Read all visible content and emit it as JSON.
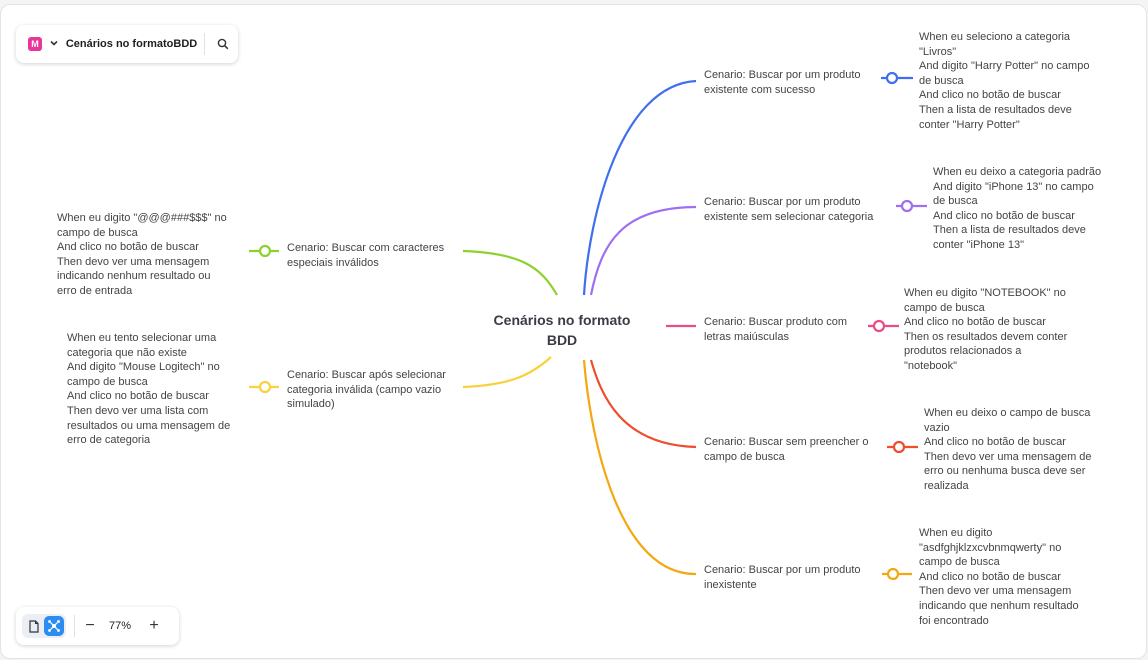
{
  "toolbar": {
    "logo_letter": "M",
    "title": "Cenários no formatoBDD",
    "menu_icon": "chevron-down-icon",
    "search_icon": "search-icon"
  },
  "zoom": {
    "level": "77%",
    "document_icon": "document-icon",
    "mindmap_icon": "mindmap-icon",
    "minus": "−",
    "plus": "+"
  },
  "mindmap": {
    "root": "Cenários no formato\nBDD",
    "branches": [
      {
        "label": "Cenario: Buscar por um produto\nexistente com sucesso",
        "color": "#3e6ff0",
        "detail": "When eu seleciono a categoria\n\"Livros\"\nAnd digito \"Harry Potter\" no campo\nde busca\nAnd clico no botão de buscar\nThen a lista de resultados deve\nconter \"Harry Potter\""
      },
      {
        "label": "Cenario: Buscar por um produto\nexistente sem selecionar categoria",
        "color": "#9f6ff2",
        "detail": "When eu deixo a categoria padrão\nAnd digito \"iPhone 13\" no campo\nde busca\nAnd clico no botão de buscar\nThen a lista de resultados deve\nconter \"iPhone 13\""
      },
      {
        "label": "Cenario: Buscar produto com\nletras maiúsculas",
        "color": "#ea4c89",
        "detail": "When eu digito \"NOTEBOOK\" no\ncampo de busca\nAnd clico no botão de buscar\nThen os resultados devem conter\nprodutos relacionados a\n\"notebook\""
      },
      {
        "label": "Cenario: Buscar sem preencher o\ncampo de busca",
        "color": "#ee4d2e",
        "detail": "When eu deixo o campo de busca\nvazio\n And clico no botão de buscar\n Then devo ver uma mensagem de\nerro ou nenhuma busca deve ser\nrealizada"
      },
      {
        "label": "Cenario: Buscar por um produto\ninexistente",
        "color": "#f5a70f",
        "detail": "When eu digito\n\"asdfghjklzxcvbnmqwerty\" no\ncampo de busca\n And clico no botão de buscar\n Then devo ver uma mensagem\nindicando que nenhum resultado\nfoi encontrado"
      },
      {
        "label": "Cenario: Buscar com caracteres\nespeciais inválidos",
        "color": "#8dd12d",
        "detail": "When eu digito \"@@@###$$$\" no\ncampo de busca\n  And clico no botão de buscar\n  Then devo ver uma mensagem\nindicando nenhum resultado ou\nerro de entrada"
      },
      {
        "label": "Cenario: Buscar após selecionar\ncategoria inválida (campo vazio\nsimulado)",
        "color": "#f7d23e",
        "detail": "When eu tento selecionar uma\ncategoria que não existe\n  And digito \"Mouse Logitech\" no\ncampo de busca\n  And clico no botão de buscar\n  Then devo ver uma lista com\nresultados ou uma mensagem de\nerro de categoria"
      }
    ]
  }
}
